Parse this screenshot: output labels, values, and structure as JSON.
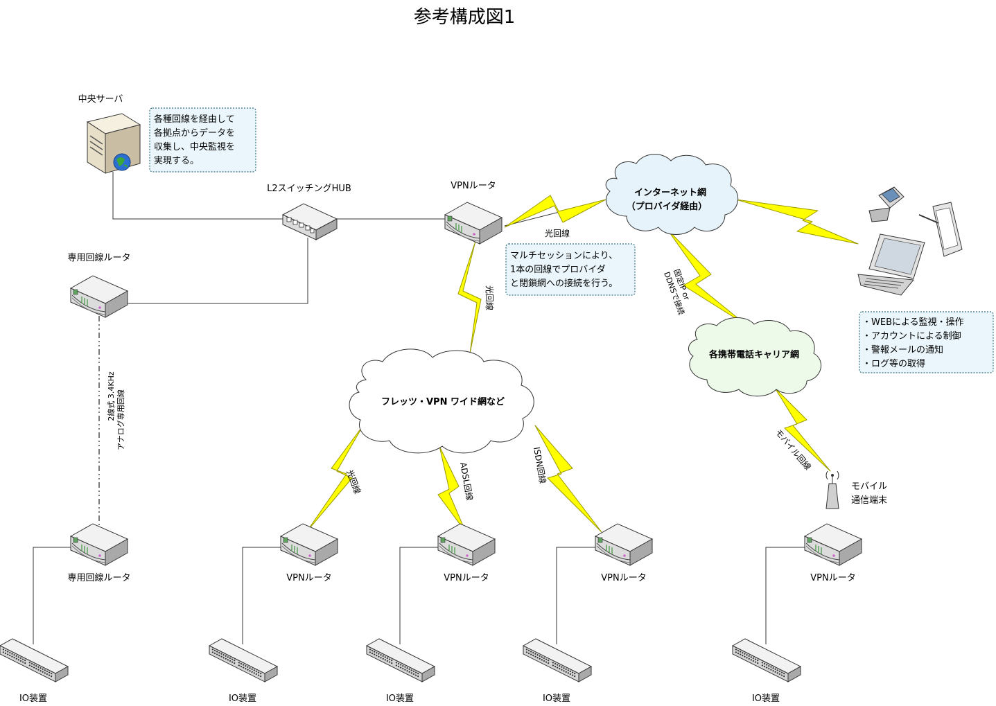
{
  "title": "参考構成図1",
  "nodes": {
    "central_server": "中央サーバ",
    "l2_hub": "L2スイッチングHUB",
    "vpn_router_top": "VPNルータ",
    "leased_router_top": "専用回線ルータ",
    "leased_router_bottom": "専用回線ルータ",
    "vpn_router_1": "VPNルータ",
    "vpn_router_2": "VPNルータ",
    "vpn_router_3": "VPNルータ",
    "vpn_router_4": "VPNルータ",
    "mobile_terminal": [
      "モバイル",
      "通信端末"
    ],
    "io_1": "IO装置",
    "io_2": "IO装置",
    "io_3": "IO装置",
    "io_4": "IO装置",
    "io_5": "IO装置"
  },
  "clouds": {
    "internet": [
      "インターネット網",
      "（プロバイダ経由）"
    ],
    "flets": "フレッツ・VPN ワイド網など",
    "carrier": "各携帯電話キャリア網"
  },
  "notes": {
    "server_note": [
      "各種回線を経由して",
      "各拠点からデータを",
      "収集し、中央監視を",
      "実現する。"
    ],
    "vpn_note": [
      "マルチセッションにより、",
      "1本の回線でプロバイダ",
      "と閉鎖網への接続を行う。"
    ],
    "web_note": [
      "・WEBによる監視・操作",
      "・アカウントによる制御",
      "・警報メールの通知",
      "・ログ等の取得"
    ]
  },
  "links": {
    "vpn_internet": "光回線",
    "vpn_flets": "光回線",
    "internet_carrier": [
      "固定IP or",
      "DDNSで接続"
    ],
    "leased_line": [
      "2線式 3.4KHz",
      "アナログ専用回線"
    ],
    "flets_r1": "光回線",
    "flets_r2": "ADSL回線",
    "flets_r3": "ISDN回線",
    "carrier_mobile": "モバイル回線"
  },
  "colors": {
    "bolt": "#ffff00",
    "bolt_stroke": "#999900",
    "internet_cloud": "#e6f3fa",
    "carrier_cloud": "#eefae9",
    "note_fill": "#eaf6fb",
    "note_border": "#2f6f7f",
    "router_face": "#e8e8e8",
    "router_side": "#bcbcbc"
  }
}
